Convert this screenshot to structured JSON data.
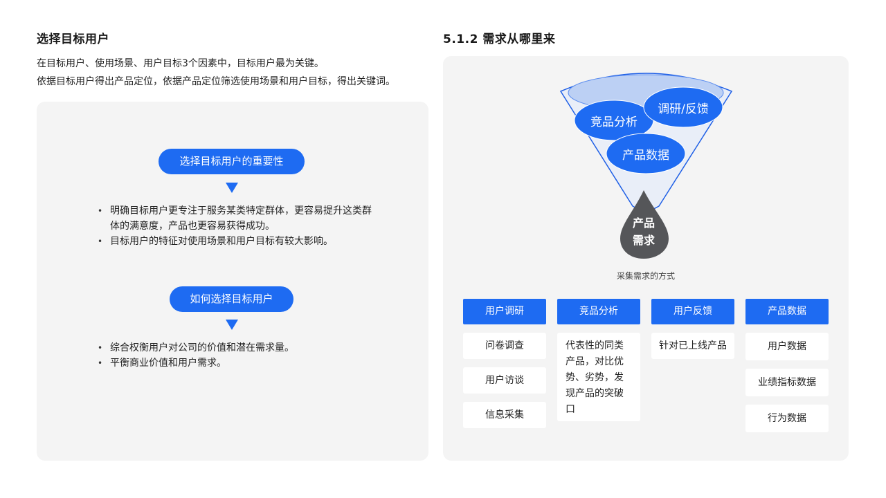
{
  "left": {
    "title": "选择目标用户",
    "intro": [
      "在目标用户、使用场景、用户目标3个因素中，目标用户最为关键。",
      "依据目标用户得出产品定位，依据产品定位筛选使用场景和用户目标，得出关键词。"
    ],
    "sections": [
      {
        "pill": "选择目标用户的重要性",
        "bullets": [
          "明确目标用户更专注于服务某类特定群体，更容易提升这类群体的满意度，产品也更容易获得成功。",
          "目标用户的特征对使用场景和用户目标有较大影响。"
        ]
      },
      {
        "pill": "如何选择目标用户",
        "bullets": [
          "综合权衡用户对公司的价值和潜在需求量。",
          "平衡商业价值和用户需求。"
        ]
      }
    ]
  },
  "right": {
    "title": "5.1.2 需求从哪里来",
    "funnel": {
      "ellipses": [
        "竞品分析",
        "调研/反馈",
        "产品数据"
      ],
      "drop_line1": "产品",
      "drop_line2": "需求",
      "caption": "采集需求的方式"
    },
    "columns": [
      {
        "header": "用户调研",
        "items": [
          "问卷调查",
          "用户访谈",
          "信息采集"
        ]
      },
      {
        "header": "竞品分析",
        "items": [
          "代表性的同类产品，对比优势、劣势，发现产品的突破口"
        ]
      },
      {
        "header": "用户反馈",
        "items": [
          "针对已上线产品"
        ]
      },
      {
        "header": "产品数据",
        "items": [
          "用户数据",
          "业绩指标数据",
          "行为数据"
        ]
      }
    ]
  },
  "colors": {
    "accent": "#1e6bf2",
    "panel_bg": "#f4f4f4",
    "funnel_fill": "#e9eef8",
    "funnel_inner": "#bcd0f4",
    "drop": "#555659"
  }
}
